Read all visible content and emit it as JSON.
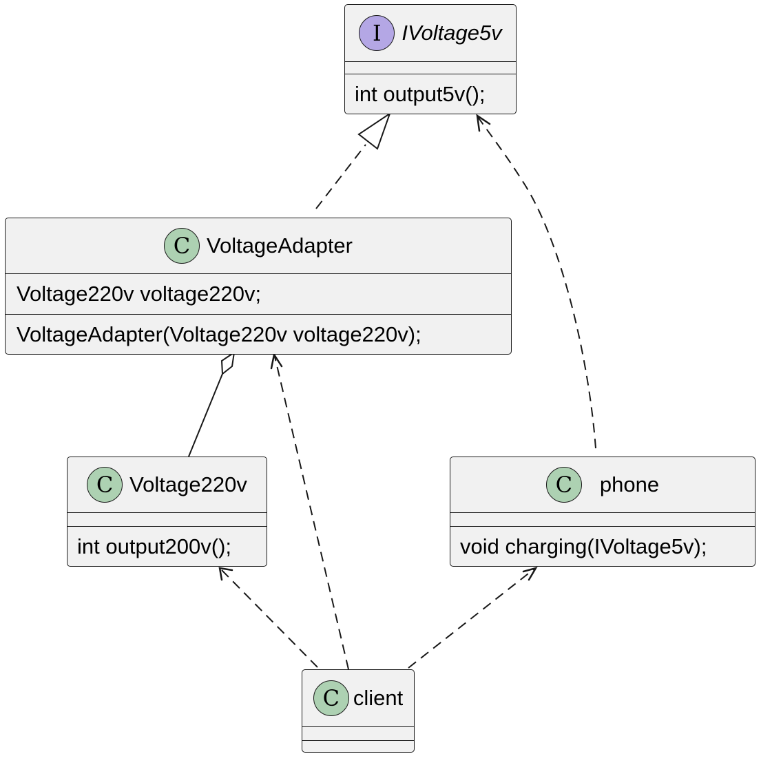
{
  "classes": {
    "ivoltage5v": {
      "kind": "I",
      "name": "IVoltage5v",
      "fields": [],
      "methods": [
        "int output5v();"
      ]
    },
    "voltage_adapter": {
      "kind": "C",
      "name": "VoltageAdapter",
      "fields": [
        "Voltage220v voltage220v;"
      ],
      "methods": [
        "VoltageAdapter(Voltage220v voltage220v);"
      ]
    },
    "voltage220v": {
      "kind": "C",
      "name": "Voltage220v",
      "fields": [],
      "methods": [
        "int output200v();"
      ]
    },
    "phone": {
      "kind": "C",
      "name": "phone",
      "fields": [],
      "methods": [
        "void charging(IVoltage5v);"
      ]
    },
    "client": {
      "kind": "C",
      "name": "client",
      "fields": [],
      "methods": []
    }
  },
  "relations": [
    {
      "from": "VoltageAdapter",
      "to": "IVoltage5v",
      "type": "realization"
    },
    {
      "from": "phone",
      "to": "IVoltage5v",
      "type": "dependency"
    },
    {
      "from": "Voltage220v",
      "to": "VoltageAdapter",
      "type": "aggregation"
    },
    {
      "from": "client",
      "to": "VoltageAdapter",
      "type": "dependency"
    },
    {
      "from": "client",
      "to": "Voltage220v",
      "type": "dependency"
    },
    {
      "from": "client",
      "to": "phone",
      "type": "dependency"
    }
  ],
  "colors": {
    "class_fill": "#f1f1f1",
    "border": "#181818",
    "class_badge": "#add1b2",
    "interface_badge": "#b4a7e5"
  }
}
